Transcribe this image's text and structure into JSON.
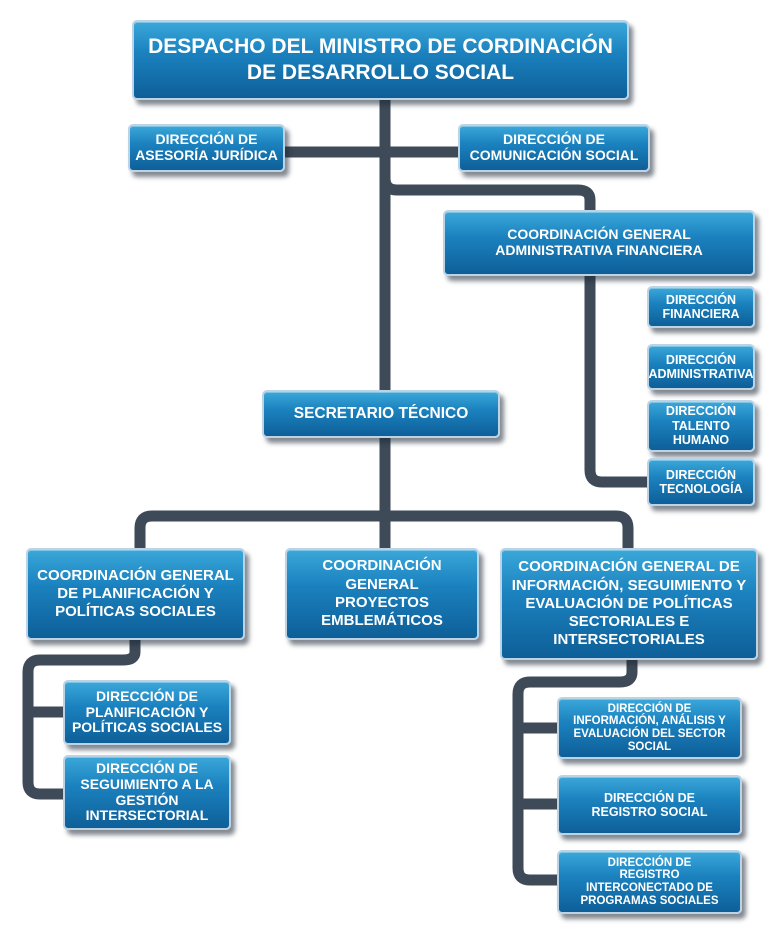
{
  "boxes": {
    "despacho": [
      "DESPACHO DEL MINISTRO DE CORDINACIÓN",
      "DE DESARROLLO SOCIAL"
    ],
    "asesoria": [
      "DIRECCIÓN DE",
      "ASESORÍA JURÍDICA"
    ],
    "comunicacion": [
      "DIRECCIÓN DE",
      "COMUNICACIÓN SOCIAL"
    ],
    "coord_admin": [
      "COORDINACIÓN GENERAL",
      "ADMINISTRATIVA FINANCIERA"
    ],
    "dir_financiera": [
      "DIRECCIÓN",
      "FINANCIERA"
    ],
    "dir_administrativa": [
      "DIRECCIÓN",
      "ADMINISTRATIVA"
    ],
    "dir_talento": [
      "DIRECCIÓN",
      "TALENTO",
      "HUMANO"
    ],
    "dir_tecnologia": [
      "DIRECCIÓN",
      "TECNOLOGÍA"
    ],
    "secretario": [
      "SECRETARIO TÉCNICO"
    ],
    "coord_planificacion": [
      "COORDINACIÓN GENERAL",
      "DE PLANIFICACIÓN Y",
      "POLÍTICAS SOCIALES"
    ],
    "coord_proyectos": [
      "COORDINACIÓN",
      "GENERAL",
      "PROYECTOS",
      "EMBLEMÁTICOS"
    ],
    "coord_informacion": [
      "COORDINACIÓN GENERAL DE",
      "INFORMACIÓN, SEGUIMIENTO Y",
      "EVALUACIÓN DE POLÍTICAS",
      "SECTORIALES E",
      "INTERSECTORIALES"
    ],
    "dir_planificacion": [
      "DIRECCIÓN DE",
      "PLANIFICACIÓN Y",
      "POLÍTICAS SOCIALES"
    ],
    "dir_seguimiento": [
      "DIRECCIÓN DE",
      "SEGUIMIENTO A LA",
      "GESTIÓN",
      "INTERSECTORIAL"
    ],
    "dir_informacion": [
      "DIRECCIÓN DE",
      "INFORMACIÓN, ANÁLISIS Y",
      "EVALUACIÓN DEL SECTOR",
      "SOCIAL"
    ],
    "dir_registro": [
      "DIRECCIÓN DE",
      "REGISTRO SOCIAL"
    ],
    "dir_registro_interconectado": [
      "DIRECCIÓN DE",
      "REGISTRO",
      "INTERCONECTADO DE",
      "PROGRAMAS SOCIALES"
    ]
  },
  "colors": {
    "box_top": "#3aa7d9",
    "box_bottom": "#0e5f98",
    "connector": "#3e4a58"
  }
}
